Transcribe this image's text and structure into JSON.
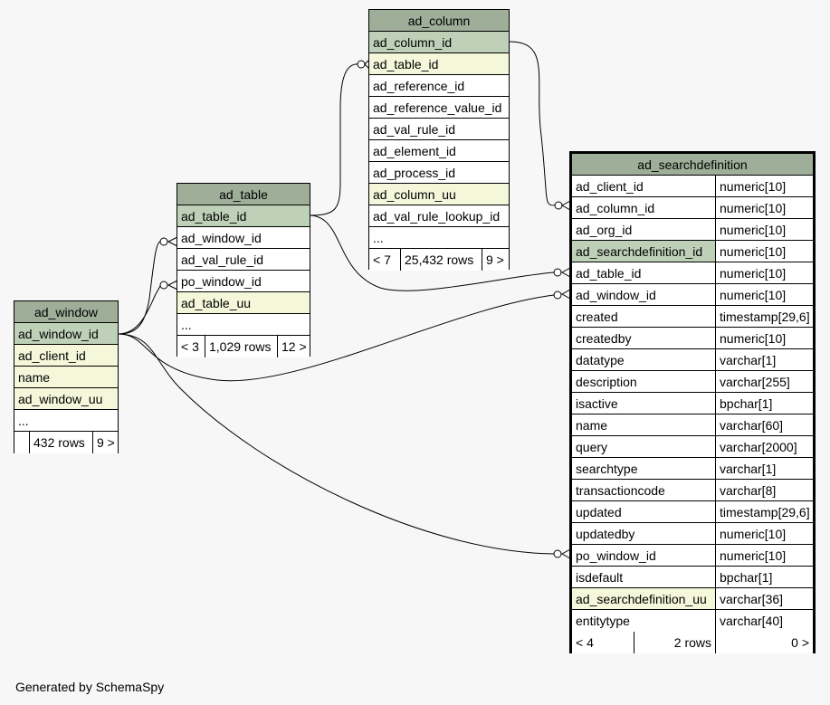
{
  "footer": "Generated by SchemaSpy",
  "tables": {
    "ad_column": {
      "name": "ad_column",
      "columns": [
        "ad_column_id",
        "ad_table_id",
        "ad_reference_id",
        "ad_reference_value_id",
        "ad_val_rule_id",
        "ad_element_id",
        "ad_process_id",
        "ad_column_uu",
        "ad_val_rule_lookup_id",
        "..."
      ],
      "footer": {
        "parents": "< 7",
        "rows": "25,432 rows",
        "children": "9 >"
      }
    },
    "ad_table": {
      "name": "ad_table",
      "columns": [
        "ad_table_id",
        "ad_window_id",
        "ad_val_rule_id",
        "po_window_id",
        "ad_table_uu",
        "..."
      ],
      "footer": {
        "parents": "< 3",
        "rows": "1,029 rows",
        "children": "12 >"
      }
    },
    "ad_window": {
      "name": "ad_window",
      "columns": [
        "ad_window_id",
        "ad_client_id",
        "name",
        "ad_window_uu",
        "..."
      ],
      "footer": {
        "parents": "",
        "rows": "432 rows",
        "children": "9 >"
      }
    },
    "ad_searchdefinition": {
      "name": "ad_searchdefinition",
      "columns": [
        {
          "name": "ad_client_id",
          "type": "numeric[10]"
        },
        {
          "name": "ad_column_id",
          "type": "numeric[10]"
        },
        {
          "name": "ad_org_id",
          "type": "numeric[10]"
        },
        {
          "name": "ad_searchdefinition_id",
          "type": "numeric[10]"
        },
        {
          "name": "ad_table_id",
          "type": "numeric[10]"
        },
        {
          "name": "ad_window_id",
          "type": "numeric[10]"
        },
        {
          "name": "created",
          "type": "timestamp[29,6]"
        },
        {
          "name": "createdby",
          "type": "numeric[10]"
        },
        {
          "name": "datatype",
          "type": "varchar[1]"
        },
        {
          "name": "description",
          "type": "varchar[255]"
        },
        {
          "name": "isactive",
          "type": "bpchar[1]"
        },
        {
          "name": "name",
          "type": "varchar[60]"
        },
        {
          "name": "query",
          "type": "varchar[2000]"
        },
        {
          "name": "searchtype",
          "type": "varchar[1]"
        },
        {
          "name": "transactioncode",
          "type": "varchar[8]"
        },
        {
          "name": "updated",
          "type": "timestamp[29,6]"
        },
        {
          "name": "updatedby",
          "type": "numeric[10]"
        },
        {
          "name": "po_window_id",
          "type": "numeric[10]"
        },
        {
          "name": "isdefault",
          "type": "bpchar[1]"
        },
        {
          "name": "ad_searchdefinition_uu",
          "type": "varchar[36]"
        },
        {
          "name": "entitytype",
          "type": "varchar[40]"
        }
      ],
      "footer": {
        "parents": "< 4",
        "rows": "2 rows",
        "children": "0 >"
      }
    }
  }
}
